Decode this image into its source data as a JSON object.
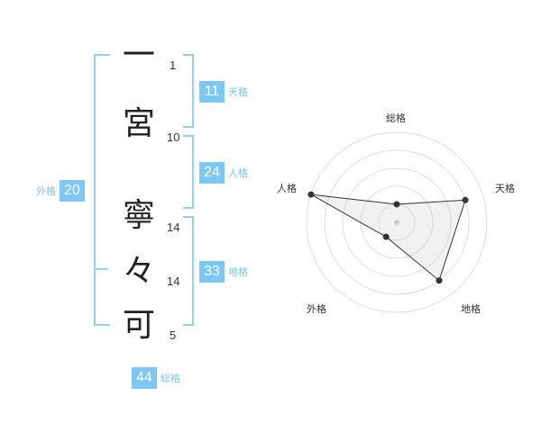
{
  "name_chars": [
    {
      "char": "一",
      "strokes": "1"
    },
    {
      "char": "宮",
      "strokes": "10"
    },
    {
      "char": "寧",
      "strokes": "14"
    },
    {
      "char": "々",
      "strokes": "14"
    },
    {
      "char": "可",
      "strokes": "5"
    }
  ],
  "scores": {
    "tenkaku": {
      "value": "11",
      "label": "天格"
    },
    "jinkaku": {
      "value": "24",
      "label": "人格"
    },
    "chikaku": {
      "value": "33",
      "label": "地格"
    },
    "gaikaku": {
      "value": "20",
      "label": "外格"
    },
    "soukaku": {
      "value": "44",
      "label": "総格"
    }
  },
  "radar": {
    "axes": [
      {
        "label": "総格",
        "value": 1
      },
      {
        "label": "天格",
        "value": 4
      },
      {
        "label": "地格",
        "value": 4
      },
      {
        "label": "外格",
        "value": 1
      },
      {
        "label": "人格",
        "value": 5
      }
    ],
    "max": 5
  },
  "colors": {
    "accent": "#7cc7f5",
    "bracket": "#8fd0f7"
  }
}
